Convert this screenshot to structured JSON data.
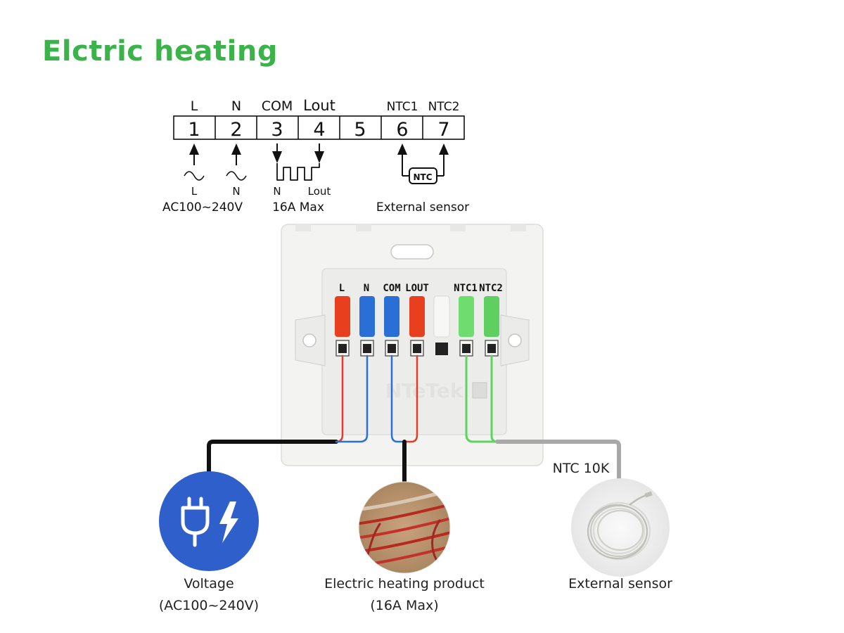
{
  "title": "Elctric heating",
  "schematic": {
    "top_labels": [
      "L",
      "N",
      "COM",
      "Lout",
      "NTC1",
      "NTC2"
    ],
    "terminals": [
      "1",
      "2",
      "3",
      "4",
      "5",
      "6",
      "7"
    ],
    "below_labels": {
      "l": "L",
      "n": "N",
      "load_n": "N",
      "load_lout": "Lout",
      "sensor_box": "NTC"
    },
    "group_captions": {
      "power": "AC100~240V",
      "load": "16A Max",
      "sensor": "External sensor"
    }
  },
  "device": {
    "terminal_labels": [
      "L",
      "N",
      "COM",
      "LOUT",
      "NTC1",
      "NTC2"
    ],
    "brand_mark": "NTeTek",
    "colors": {
      "red": "#e8401f",
      "blue": "#2a6fd6",
      "green": "#6fdc70",
      "wire_black": "#111111",
      "wire_gray": "#a8a8a8"
    }
  },
  "wire_label": "NTC 10K",
  "components": [
    {
      "line1": "Voltage",
      "line2": "(AC100~240V)",
      "icon": "power-plug-lightning-icon"
    },
    {
      "line1": "Electric heating product",
      "line2": "(16A Max)",
      "icon": "floor-heating-cable-photo"
    },
    {
      "line1": "External sensor",
      "line2": "",
      "icon": "coiled-sensor-cable-photo"
    }
  ]
}
